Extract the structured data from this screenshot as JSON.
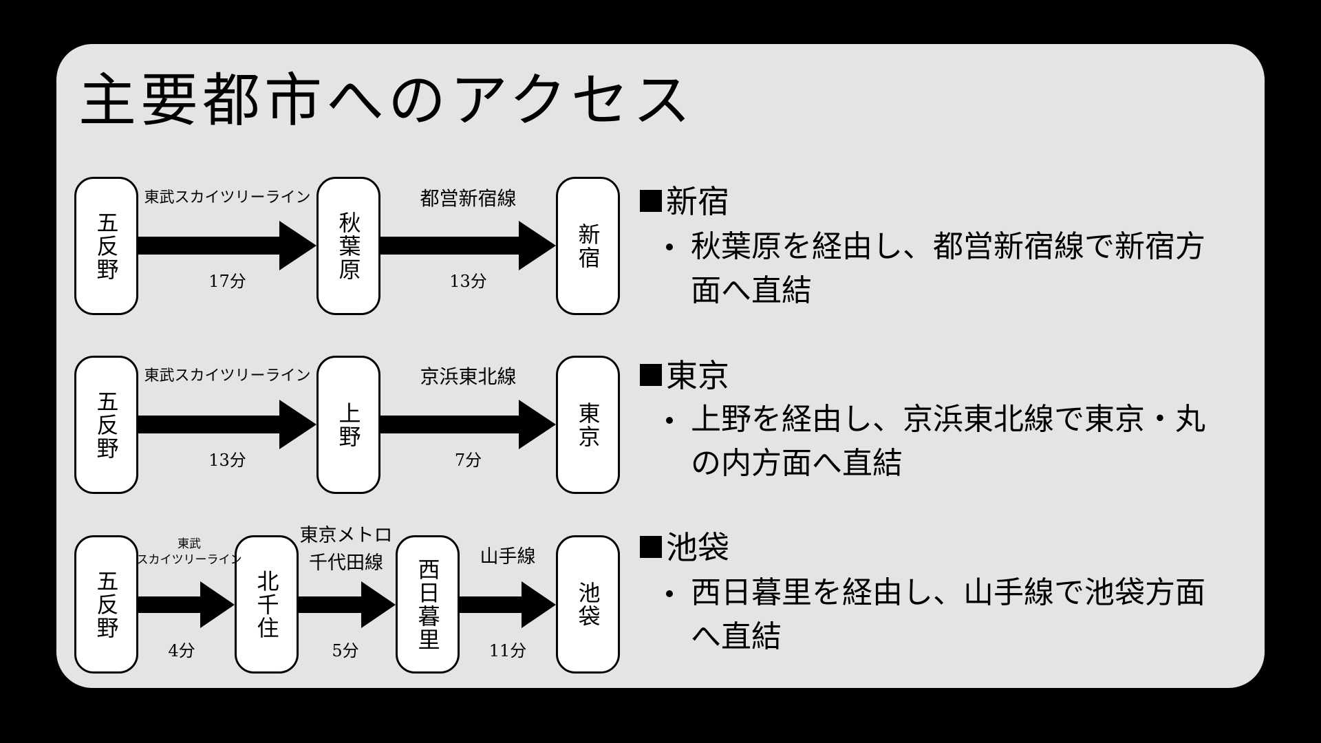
{
  "title": "主要都市へのアクセス",
  "routes": [
    {
      "from": "五反野",
      "via": "秋葉原",
      "to": "新宿",
      "leg1": {
        "line": "東武スカイツリーライン",
        "time": "17分"
      },
      "leg2": {
        "line": "都営新宿線",
        "time": "13分"
      },
      "heading": "新宿",
      "description": "秋葉原を経由し、都営新宿線で新宿方面へ直結"
    },
    {
      "from": "五反野",
      "via": "上野",
      "to": "東京",
      "leg1": {
        "line": "東武スカイツリーライン",
        "time": "13分"
      },
      "leg2": {
        "line": "京浜東北線",
        "time": "7分"
      },
      "heading": "東京",
      "description": "上野を経由し、京浜東北線で東京・丸の内方面へ直結"
    },
    {
      "from": "五反野",
      "via1": "北千住",
      "via2": "西日暮里",
      "to": "池袋",
      "leg1": {
        "line_top": "東武",
        "line_bottom": "スカイツリーライン",
        "time": "4分"
      },
      "leg2": {
        "line_top": "東京メトロ",
        "line_bottom": "千代田線",
        "time": "5分"
      },
      "leg3": {
        "line": "山手線",
        "time": "11分"
      },
      "heading": "池袋",
      "description": "西日暮里を経由し、山手線で池袋方面へ直結"
    }
  ],
  "colors": {
    "background": "#000000",
    "panel": "#e4e4e4",
    "station_fill": "#ffffff",
    "ink": "#000000"
  }
}
